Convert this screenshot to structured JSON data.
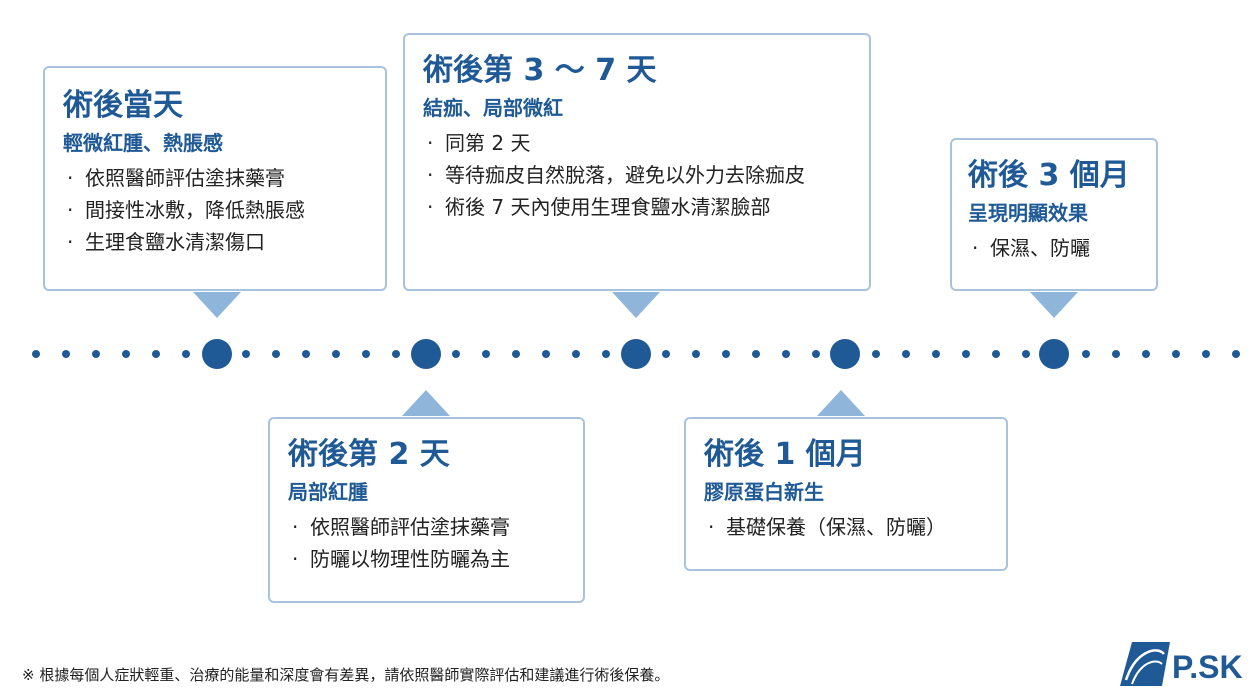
{
  "cards": [
    {
      "title": "術後當天",
      "subtitle": "輕微紅腫、熱脹感",
      "items": [
        "依照醫師評估塗抹藥膏",
        "間接性冰敷，降低熱脹感",
        "生理食鹽水清潔傷口"
      ]
    },
    {
      "title": "術後第 2 天",
      "subtitle": "局部紅腫",
      "items": [
        "依照醫師評估塗抹藥膏",
        "防曬以物理性防曬為主"
      ]
    },
    {
      "title": "術後第 3 ～ 7 天",
      "subtitle": "結痂、局部微紅",
      "items": [
        "同第 2 天",
        "等待痂皮自然脫落，避免以外力去除痂皮",
        "術後 7 天內使用生理食鹽水清潔臉部"
      ]
    },
    {
      "title": "術後 1 個月",
      "subtitle": "膠原蛋白新生",
      "items": [
        "基礎保養（保濕、防曬）"
      ]
    },
    {
      "title": "術後 3 個月",
      "subtitle": "呈現明顯效果",
      "items": [
        "保濕、防曬"
      ]
    }
  ],
  "footnote": "※  根據每個人症狀輕重、治療的能量和深度會有差異，請依照醫師實際評估和建議進行術後保養。",
  "logo": {
    "text": "P.SKIN"
  },
  "colors": {
    "primary": "#1f5a96",
    "border": "#a9c3dc",
    "arrow": "#8fb6da",
    "dot": "#1f5a96"
  }
}
